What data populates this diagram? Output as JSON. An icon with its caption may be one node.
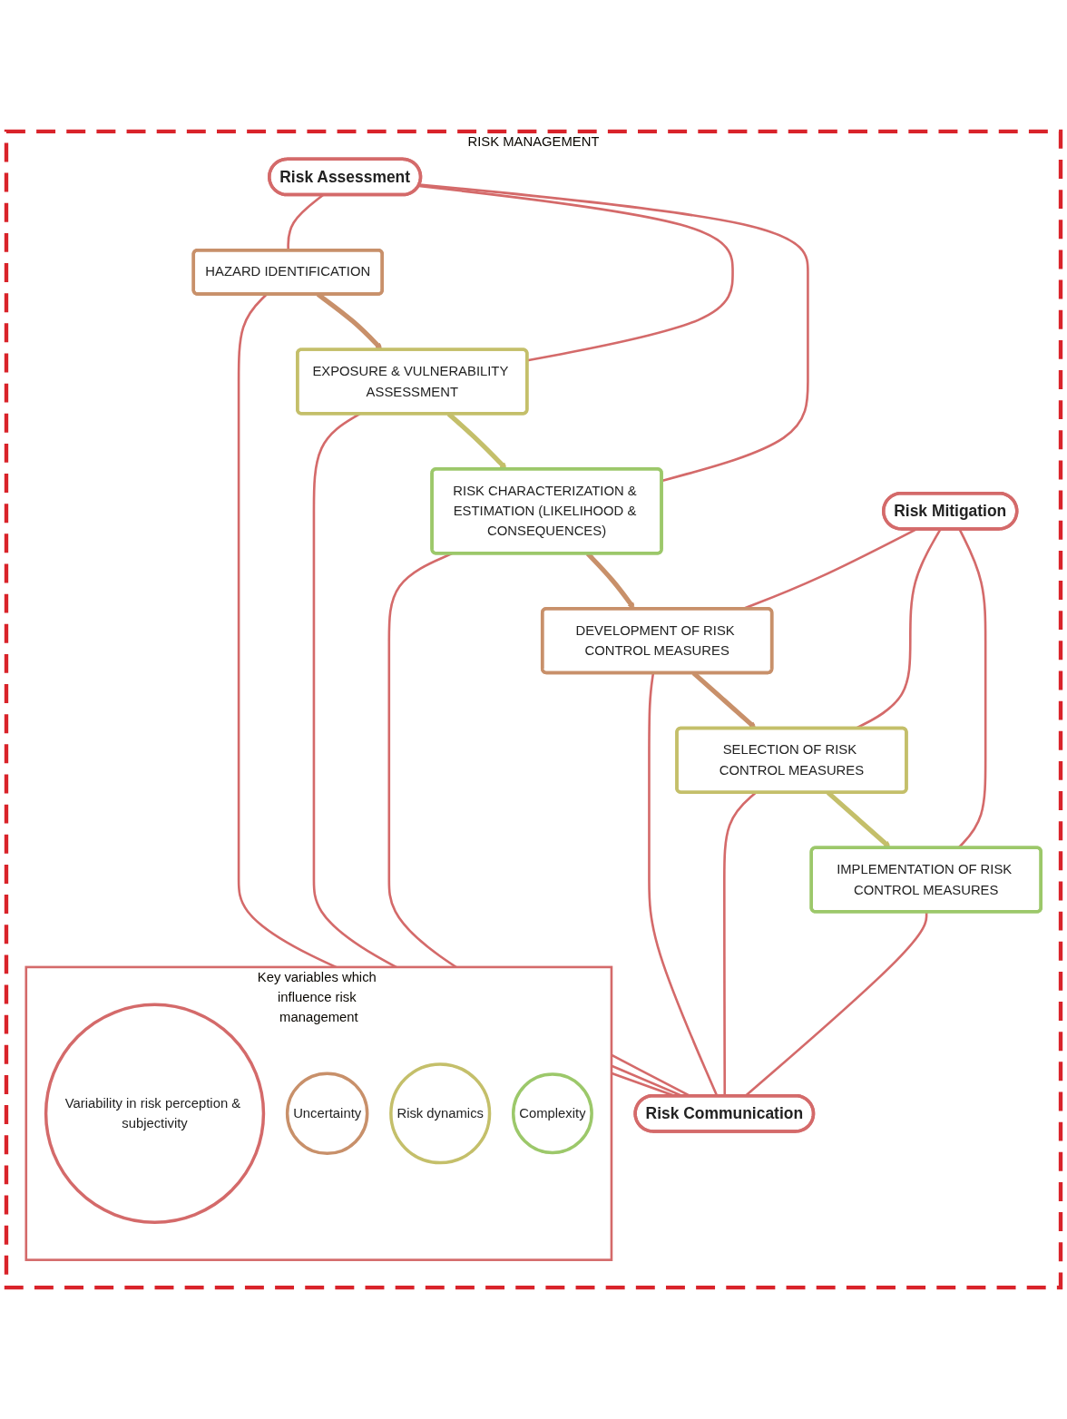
{
  "diagram": {
    "nodes": [
      {
        "text": [
          "RISK MANAGEMENT"
        ]
      },
      {
        "text": [
          "Risk Assessment"
        ],
        "in": 0
      },
      {
        "text": [
          "HAZARD IDENTIFICATION"
        ],
        "in": 0
      },
      {
        "text": [
          "EXPOSURE & VULNERABILITY ASSESSMENT"
        ],
        "in": 0
      },
      {
        "text": [
          "RISK CHARACTERIZATION & ESTIMATION (LIKELIHOOD & CONSEQUENCES)"
        ],
        "in": 0
      },
      {
        "text": [
          "Risk Mitigation"
        ],
        "in": 0
      },
      {
        "text": [
          "DEVELOPMENT OF RISK CONTROL MEASURES"
        ],
        "in": 0
      },
      {
        "text": [
          "SELECTION OF RISK CONTROL MEASURES"
        ],
        "in": 0
      },
      {
        "text": [
          "IMPLEMENTATION OF RISK CONTROL MEASURES"
        ],
        "in": 0
      },
      {
        "text": [
          "Risk Communication"
        ],
        "in": 0
      },
      {
        "text": [
          "Key variables which influence risk management"
        ],
        "in": 0
      },
      {
        "text": [
          "Variability in risk perception & subjectivity"
        ],
        "in": 10
      },
      {
        "text": [
          "Uncertainty"
        ],
        "in": 10
      },
      {
        "text": [
          "Risk dynamics"
        ],
        "in": 10
      },
      {
        "text": [
          "Complexity"
        ],
        "in": 10
      }
    ],
    "edges": [
      {
        "from": 2,
        "to": 3,
        "arrow": "to",
        "style": "thick",
        "color": "#c8906a"
      },
      {
        "from": 3,
        "to": 4,
        "arrow": "to",
        "style": "thick",
        "color": "#c4bf6a"
      },
      {
        "from": 4,
        "to": 6,
        "arrow": "to",
        "style": "thick",
        "color": "#c8906a"
      },
      {
        "from": 6,
        "to": 7,
        "arrow": "to",
        "style": "thick",
        "color": "#c8906a"
      },
      {
        "from": 7,
        "to": 8,
        "arrow": "to",
        "style": "thick",
        "color": "#c4bf6a"
      },
      {
        "from": 1,
        "to": 2,
        "arrow": "none"
      },
      {
        "from": 1,
        "to": 3,
        "arrow": "none"
      },
      {
        "from": 1,
        "to": 4,
        "arrow": "none"
      },
      {
        "from": 5,
        "to": 6,
        "arrow": "none"
      },
      {
        "from": 5,
        "to": 7,
        "arrow": "none"
      },
      {
        "from": 5,
        "to": 8,
        "arrow": "none"
      },
      {
        "from": 2,
        "to": 9,
        "arrow": "none"
      },
      {
        "from": 3,
        "to": 9,
        "arrow": "none"
      },
      {
        "from": 4,
        "to": 9,
        "arrow": "none"
      },
      {
        "from": 6,
        "to": 9,
        "arrow": "none"
      },
      {
        "from": 7,
        "to": 9,
        "arrow": "none"
      },
      {
        "from": 8,
        "to": 9,
        "arrow": "none"
      }
    ]
  }
}
